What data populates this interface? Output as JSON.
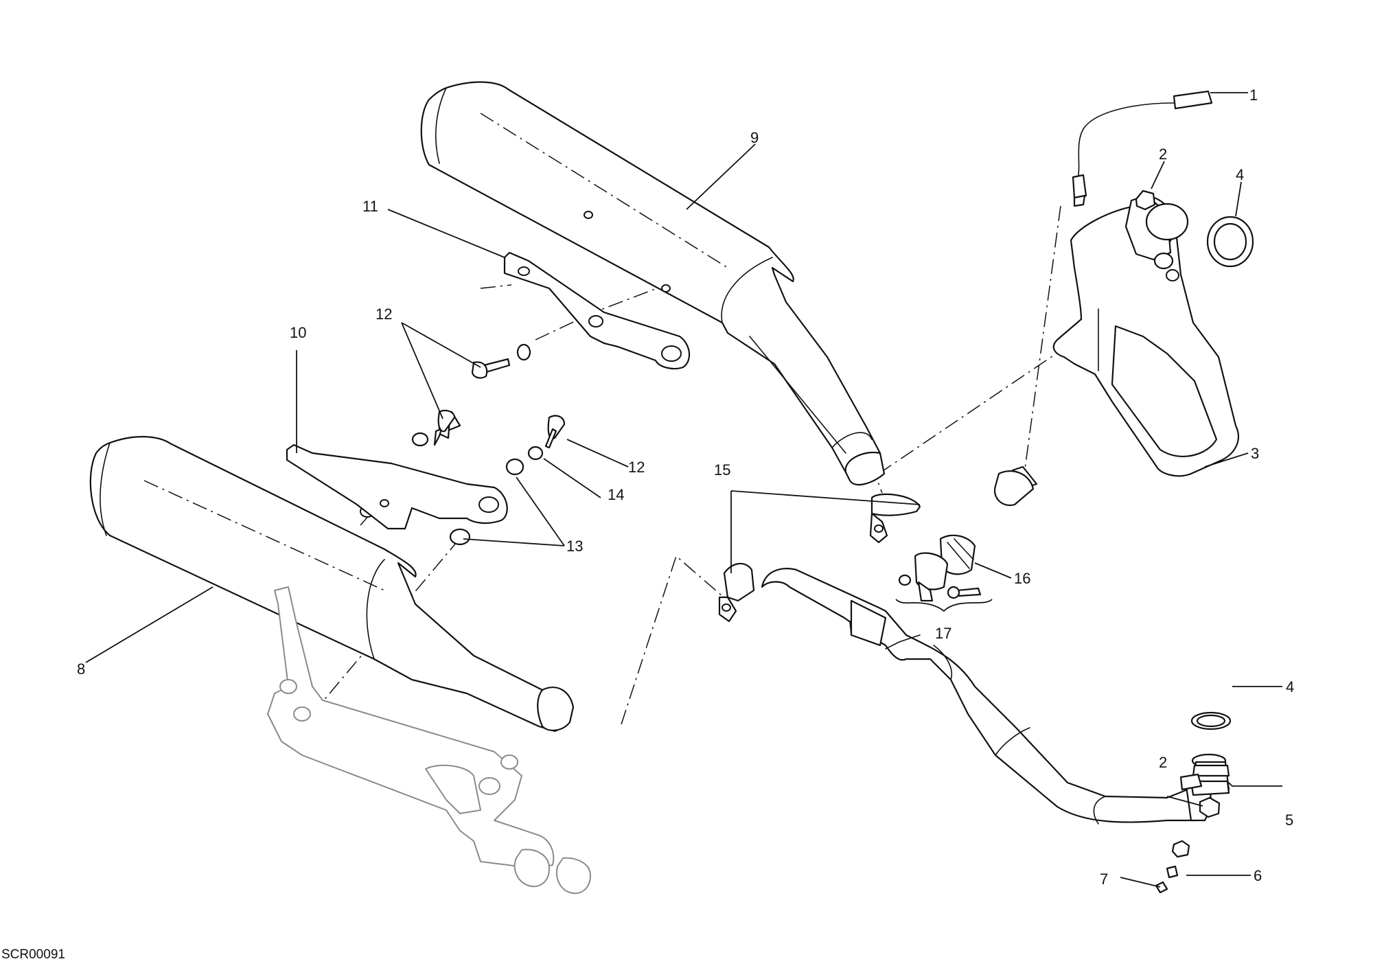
{
  "drawing": {
    "code": "SCR00091",
    "callouts": [
      {
        "id": "c1",
        "label": "1"
      },
      {
        "id": "c2a",
        "label": "2"
      },
      {
        "id": "c2b",
        "label": "2"
      },
      {
        "id": "c3",
        "label": "3"
      },
      {
        "id": "c4a",
        "label": "4"
      },
      {
        "id": "c4b",
        "label": "4"
      },
      {
        "id": "c5",
        "label": "5"
      },
      {
        "id": "c6",
        "label": "6"
      },
      {
        "id": "c7",
        "label": "7"
      },
      {
        "id": "c8",
        "label": "8"
      },
      {
        "id": "c9",
        "label": "9"
      },
      {
        "id": "c10",
        "label": "10"
      },
      {
        "id": "c11",
        "label": "11"
      },
      {
        "id": "c12a",
        "label": "12"
      },
      {
        "id": "c12b",
        "label": "12"
      },
      {
        "id": "c13",
        "label": "13"
      },
      {
        "id": "c14",
        "label": "14"
      },
      {
        "id": "c15",
        "label": "15"
      },
      {
        "id": "c16",
        "label": "16"
      },
      {
        "id": "c17",
        "label": "17"
      }
    ]
  }
}
